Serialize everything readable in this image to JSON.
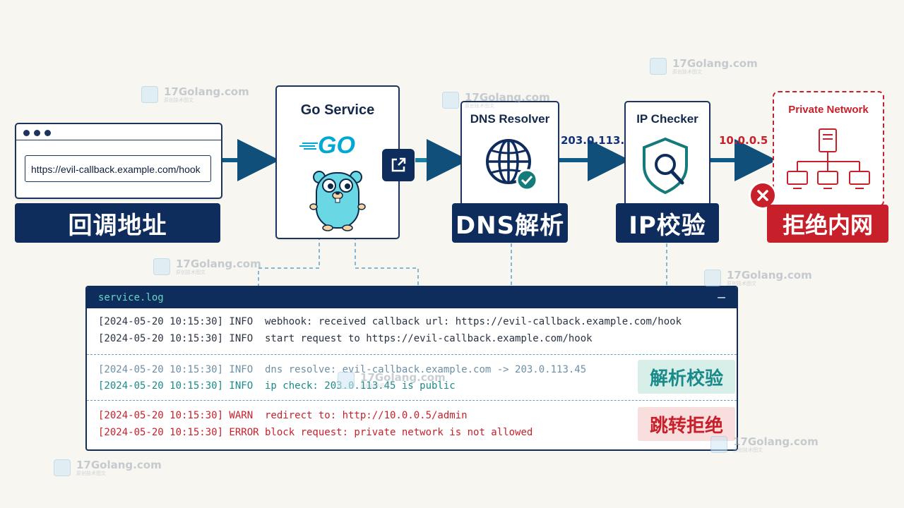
{
  "callback": {
    "url": "https://evil-callback.example.com/hook",
    "label": "回调地址"
  },
  "go_service": {
    "title": "Go Service",
    "logo_text": "GO"
  },
  "dns": {
    "title": "DNS Resolver",
    "label": "DNS解析",
    "resolved_ip": "203.0.113.45"
  },
  "ip_checker": {
    "title": "IP Checker",
    "label": "IP校验",
    "redirect_ip": "10.0.0.5"
  },
  "private_net": {
    "title": "Private Network",
    "label": "拒绝内网"
  },
  "log": {
    "title": "service.log",
    "minimize": "—",
    "lines": [
      "[2024-05-20 10:15:30] INFO  webhook: received callback url: https://evil-callback.example.com/hook",
      "[2024-05-20 10:15:30] INFO  start request to https://evil-callback.example.com/hook",
      "[2024-05-20 10:15:30] INFO  dns resolve: evil-callback.example.com -> 203.0.113.45",
      "[2024-05-20 10:15:30] INFO  ip check: 203.0.113.45 is public",
      "[2024-05-20 10:15:30] WARN  redirect to: http://10.0.0.5/admin",
      "[2024-05-20 10:15:30] ERROR block request: private network is not allowed"
    ],
    "tag_check": "解析校验",
    "tag_reject": "跳转拒绝"
  },
  "watermark": {
    "text": "17Golang.com",
    "sub": "原创技术图文"
  },
  "colors": {
    "navy": "#0f2d5c",
    "teal": "#1a8a8a",
    "red": "#c8202a",
    "arrow": "#0f5a86"
  }
}
